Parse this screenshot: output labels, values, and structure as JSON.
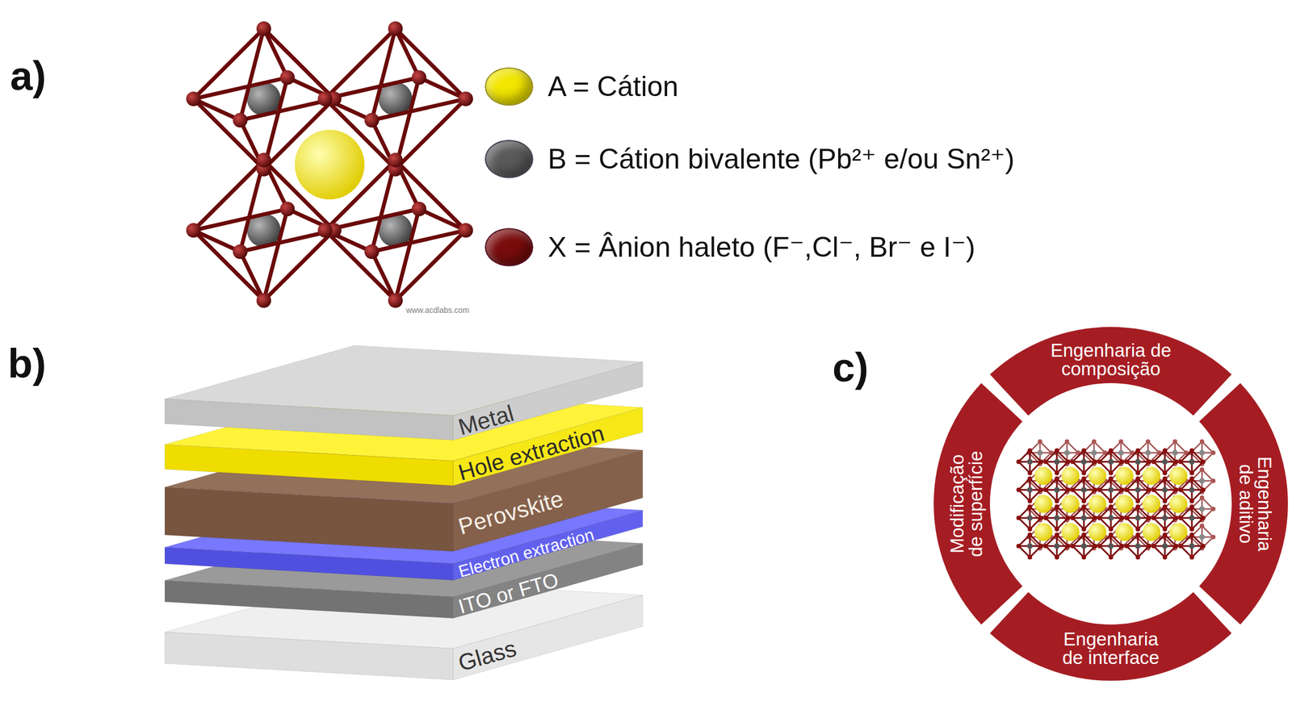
{
  "diagram": {
    "nodes": [
      {
        "text": [
          "Metal"
        ]
      },
      {
        "text": [
          "Hole extraction"
        ]
      },
      {
        "text": [
          "Perovskite"
        ]
      },
      {
        "text": [
          "Electron extraction"
        ]
      },
      {
        "text": [
          "ITO or FTO"
        ]
      },
      {
        "text": [
          "Glass"
        ]
      },
      {
        "text": [
          "Engenharia de composição"
        ]
      },
      {
        "text": [
          "Engenharia de aditivo"
        ]
      },
      {
        "text": [
          "Engenharia de interface"
        ]
      },
      {
        "text": [
          "Modificação de superfície"
        ]
      }
    ],
    "labels": [
      "a)",
      "b)",
      "c)",
      "www.acdlabs.com"
    ],
    "legend": [
      {
        "text": "A = Cátion",
        "color": "#f2e600"
      },
      {
        "text": "B = Cátion bivalente (Pb²⁺ e/ou Sn²⁺)",
        "color": "#5a5a5a"
      },
      {
        "text": "X = Ânion haleto (F⁻,Cl⁻, Br⁻ e I⁻)",
        "color": "#7b0c0c"
      }
    ]
  }
}
